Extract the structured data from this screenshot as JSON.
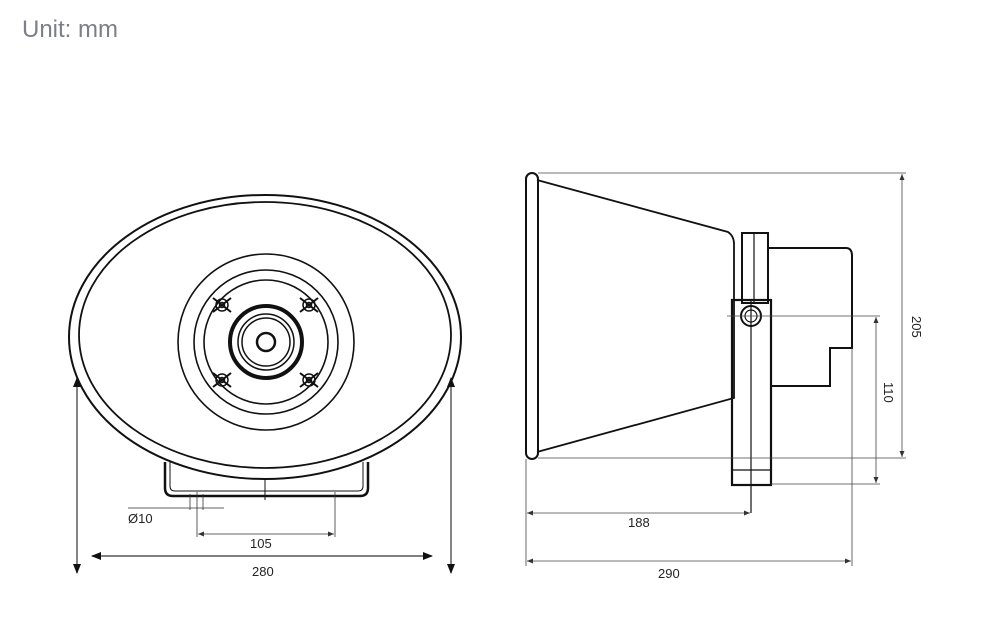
{
  "header": {
    "unit_label": "Unit: mm"
  },
  "front_view": {
    "dimensions": {
      "overall_width": "280",
      "bracket_hole_spacing": "105",
      "hole_diameter": "Ø10"
    }
  },
  "side_view": {
    "dimensions": {
      "overall_height": "205",
      "mount_height": "110",
      "horn_depth_to_bracket": "188",
      "overall_depth": "290"
    }
  },
  "colors": {
    "line": "#111111",
    "dim_line": "#444444",
    "unit_text": "#7b7f86"
  }
}
